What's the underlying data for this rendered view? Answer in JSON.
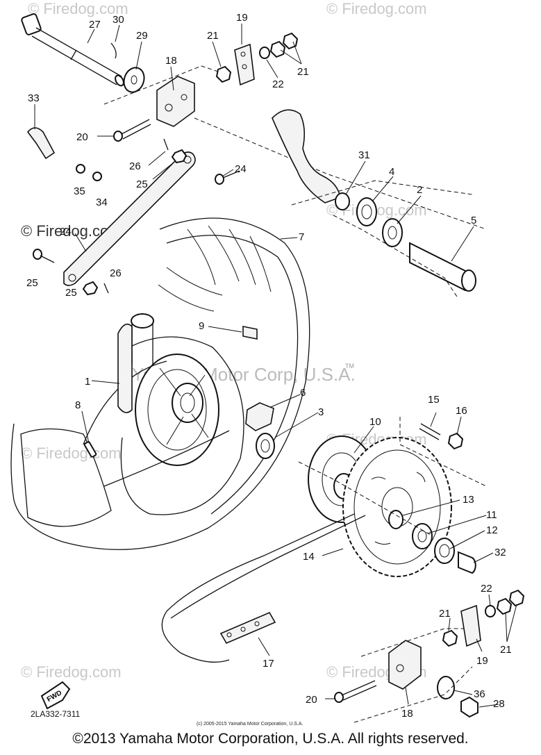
{
  "diagram": {
    "ref_code": "2LA332-7311",
    "fwd_label": "FWD",
    "center_watermark": "Yamaha Motor Corp, U.S.A.",
    "tm_mark": "TM",
    "site_watermark": "© Firedog.com",
    "small_copyright": "(c) 2005-2015 Yamaha Motor Corporation, U.S.A.",
    "callouts": [
      "1",
      "2",
      "3",
      "4",
      "5",
      "6",
      "7",
      "8",
      "9",
      "10",
      "11",
      "12",
      "13",
      "14",
      "15",
      "16",
      "17",
      "18",
      "18",
      "19",
      "19",
      "20",
      "20",
      "21",
      "21",
      "21",
      "21",
      "22",
      "22",
      "23",
      "24",
      "24",
      "25",
      "25",
      "26",
      "26",
      "27",
      "28",
      "29",
      "30",
      "31",
      "32",
      "33",
      "34",
      "35",
      "36"
    ]
  },
  "footer": {
    "copyright": "©2013 Yamaha Motor Corporation, U.S.A. All rights reserved."
  }
}
